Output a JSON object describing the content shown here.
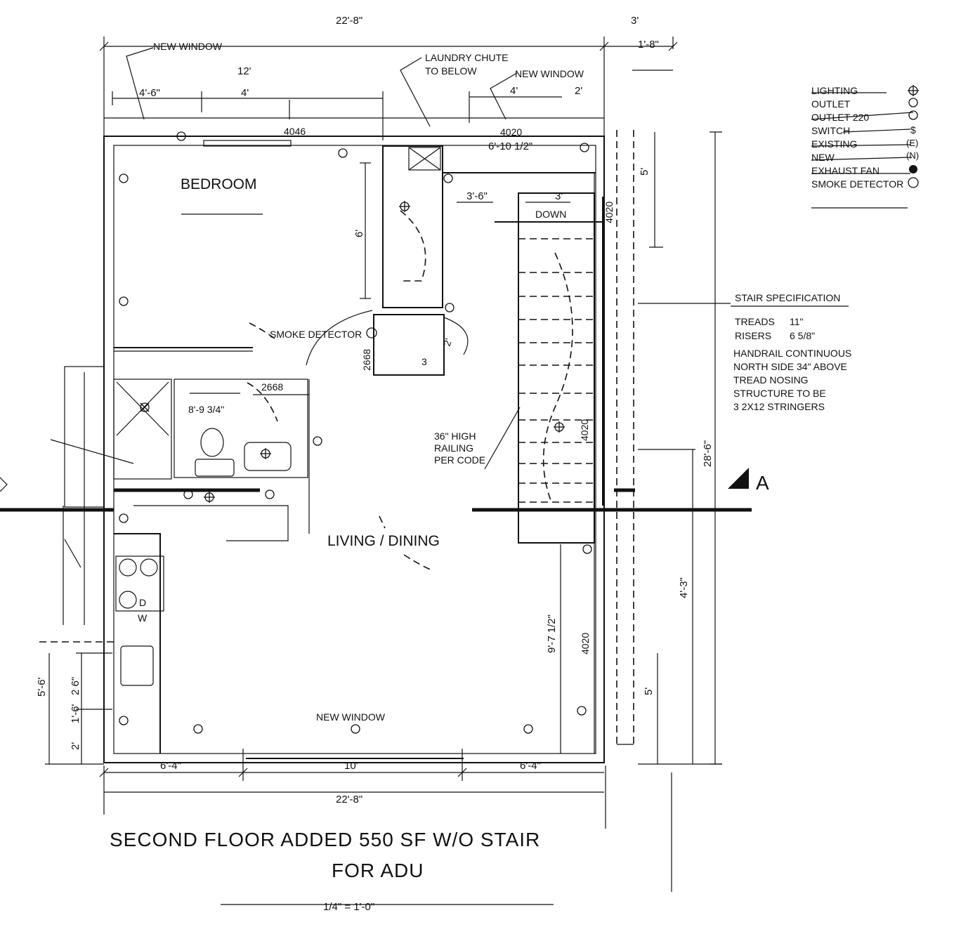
{
  "dimensions": {
    "top_overall": "22'-8\"",
    "top_right": "3'",
    "top_right_sub": "1'-8\"",
    "top_12": "12'",
    "top_4_6": "4'-6\"",
    "top_4a": "4'",
    "top_4b": "4'",
    "top_2": "2'",
    "window_4046": "4046",
    "window_4020_top": "4020",
    "dim_6_10_half": "6'-10 1/2\"",
    "dim_3_6": "3'-6\"",
    "dim_3": "3'",
    "dim_6": "6'",
    "dim_2668_v": "2668",
    "dim_2668_h": "2668",
    "dim_8_9_3_4": "8'-9 3/4\"",
    "dim_2_door": "2'",
    "dim_3_closet": "3",
    "dim_5_upper": "5'",
    "dim_28_6": "28'-6\"",
    "dim_4_3": "4'-3\"",
    "dim_5_lower": "5'",
    "dim_9_7_half": "9'-7 1/2\"",
    "window_4020_right_upper": "4020",
    "window_4020_right_mid": "4020",
    "window_4020_right_lower": "4020",
    "bottom_6_4_left": "6'-4\"",
    "bottom_10": "10'",
    "bottom_6_4_right": "6'-4\"",
    "bottom_overall": "22'-8\"",
    "left_5_6": "5'-6'",
    "left_2_6": "2 6\"",
    "left_1_6": "1'-6'",
    "left_2": "2'"
  },
  "labels": {
    "new_window_top_left": "NEW WINDOW",
    "laundry_chute_1": "LAUNDRY CHUTE",
    "laundry_chute_2": "TO BELOW",
    "new_window_top_right": "NEW WINDOW",
    "bedroom": "BEDROOM",
    "down": "DOWN",
    "smoke_detector": "SMOKE DETECTOR",
    "railing_1": "36\" HIGH",
    "railing_2": "RAILING",
    "railing_3": "PER CODE",
    "living_dining": "LIVING / DINING",
    "new_window_bottom": "NEW WINDOW",
    "section_mark": "A",
    "dw": "D",
    "w": "W"
  },
  "legend": {
    "items": [
      {
        "label": "LIGHTING",
        "symbol": "lighting-icon"
      },
      {
        "label": "OUTLET",
        "symbol": "outlet-icon"
      },
      {
        "label": "OUTLET 220",
        "symbol": "outlet-220-icon"
      },
      {
        "label": "SWITCH",
        "symbol": "switch-icon"
      },
      {
        "label": "EXISTING",
        "symbol": "(E)"
      },
      {
        "label": "NEW",
        "symbol": "(N)"
      },
      {
        "label": "EXHAUST FAN",
        "symbol": "exhaust-fan-icon"
      },
      {
        "label": "SMOKE DETECTOR",
        "symbol": "smoke-detector-icon"
      }
    ]
  },
  "stair_spec": {
    "title": "STAIR SPECIFICATION",
    "treads_label": "TREADS",
    "treads_value": "11\"",
    "risers_label": "RISERS",
    "risers_value": "6 5/8\"",
    "lines": [
      "HANDRAIL CONTINUOUS",
      "NORTH SIDE 34\" ABOVE",
      "TREAD NOSING",
      "STRUCTURE TO BE",
      "3 2X12 STRINGERS"
    ]
  },
  "title_block": {
    "line1": "SECOND FLOOR ADDED   550 SF W/O STAIR",
    "line2": "FOR ADU",
    "scale": "1/4\" = 1'-0\""
  }
}
